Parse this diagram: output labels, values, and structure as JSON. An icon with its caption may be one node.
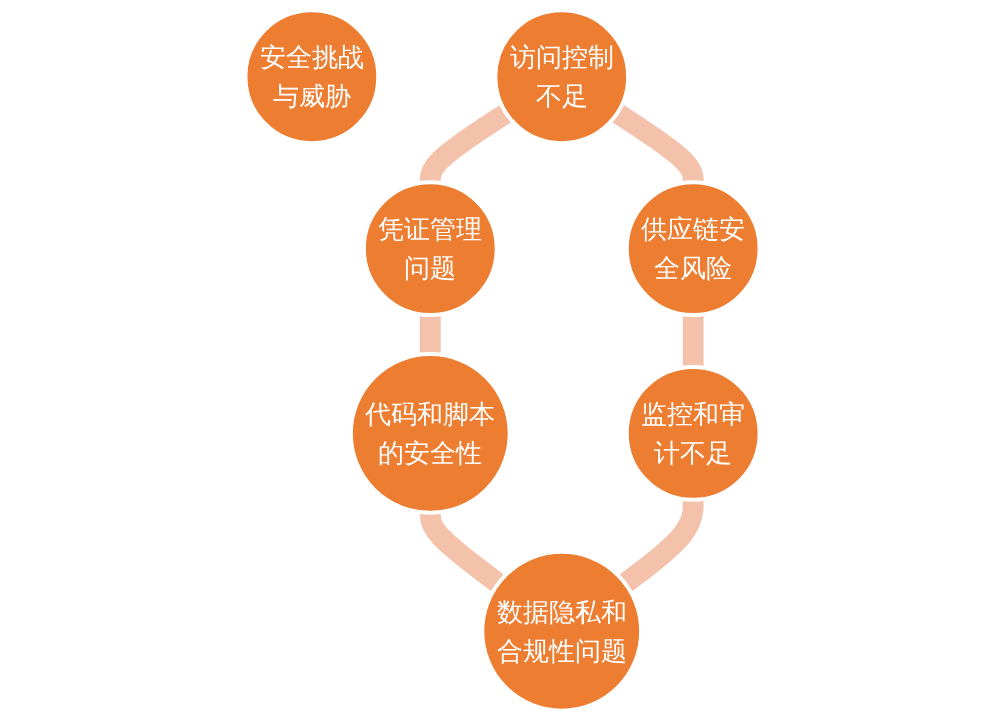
{
  "diagram": {
    "nodes": [
      {
        "text": [
          "安全挑战与威胁"
        ]
      },
      {
        "text": [
          "访问控制不足"
        ]
      },
      {
        "text": [
          "凭证管理问题"
        ]
      },
      {
        "text": [
          "代码和脚本的安全性"
        ]
      },
      {
        "text": [
          "数据隐私和合规性问题"
        ]
      },
      {
        "text": [
          "监控和审计不足"
        ]
      },
      {
        "text": [
          "供应链安全风险"
        ]
      }
    ],
    "edges": [
      {
        "from": 1,
        "to": 2,
        "arrow": "none"
      },
      {
        "from": 2,
        "to": 3,
        "arrow": "none"
      },
      {
        "from": 3,
        "to": 4,
        "arrow": "none"
      },
      {
        "from": 5,
        "to": 4,
        "arrow": "none"
      },
      {
        "from": 6,
        "to": 5,
        "arrow": "none"
      },
      {
        "from": 1,
        "to": 6,
        "arrow": "none"
      }
    ]
  }
}
